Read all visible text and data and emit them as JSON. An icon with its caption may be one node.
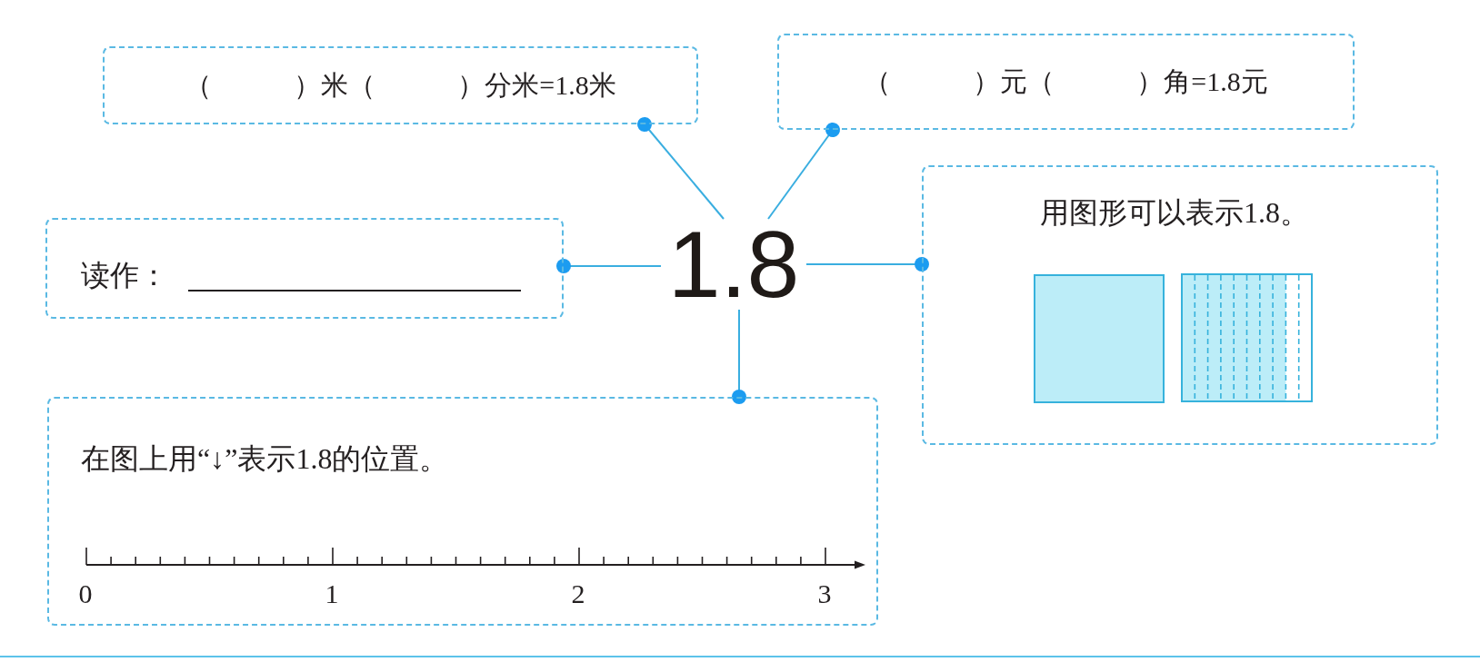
{
  "diagram": {
    "nodes": [
      {
        "text": [
          "（　　　）米（　　　）分米=1.8米"
        ]
      },
      {
        "text": [
          "（　　　）元（　　　）角=1.8元"
        ]
      },
      {
        "text": [
          "读作："
        ]
      },
      {
        "text": [
          "1.8"
        ]
      },
      {
        "text": [
          "用图形可以表示1.8。"
        ]
      },
      {
        "text": [
          "在图上用“↓”表示1.8的位置。"
        ]
      }
    ],
    "edges": [
      {
        "from": 3,
        "to": 0,
        "arrow": "other"
      },
      {
        "from": 3,
        "to": 1,
        "arrow": "other"
      },
      {
        "from": 3,
        "to": 2,
        "arrow": "other"
      },
      {
        "from": 3,
        "to": 4,
        "arrow": "other"
      },
      {
        "from": 3,
        "to": 5,
        "arrow": "other"
      }
    ],
    "labels": [
      "0",
      "1",
      "2",
      "3"
    ]
  }
}
